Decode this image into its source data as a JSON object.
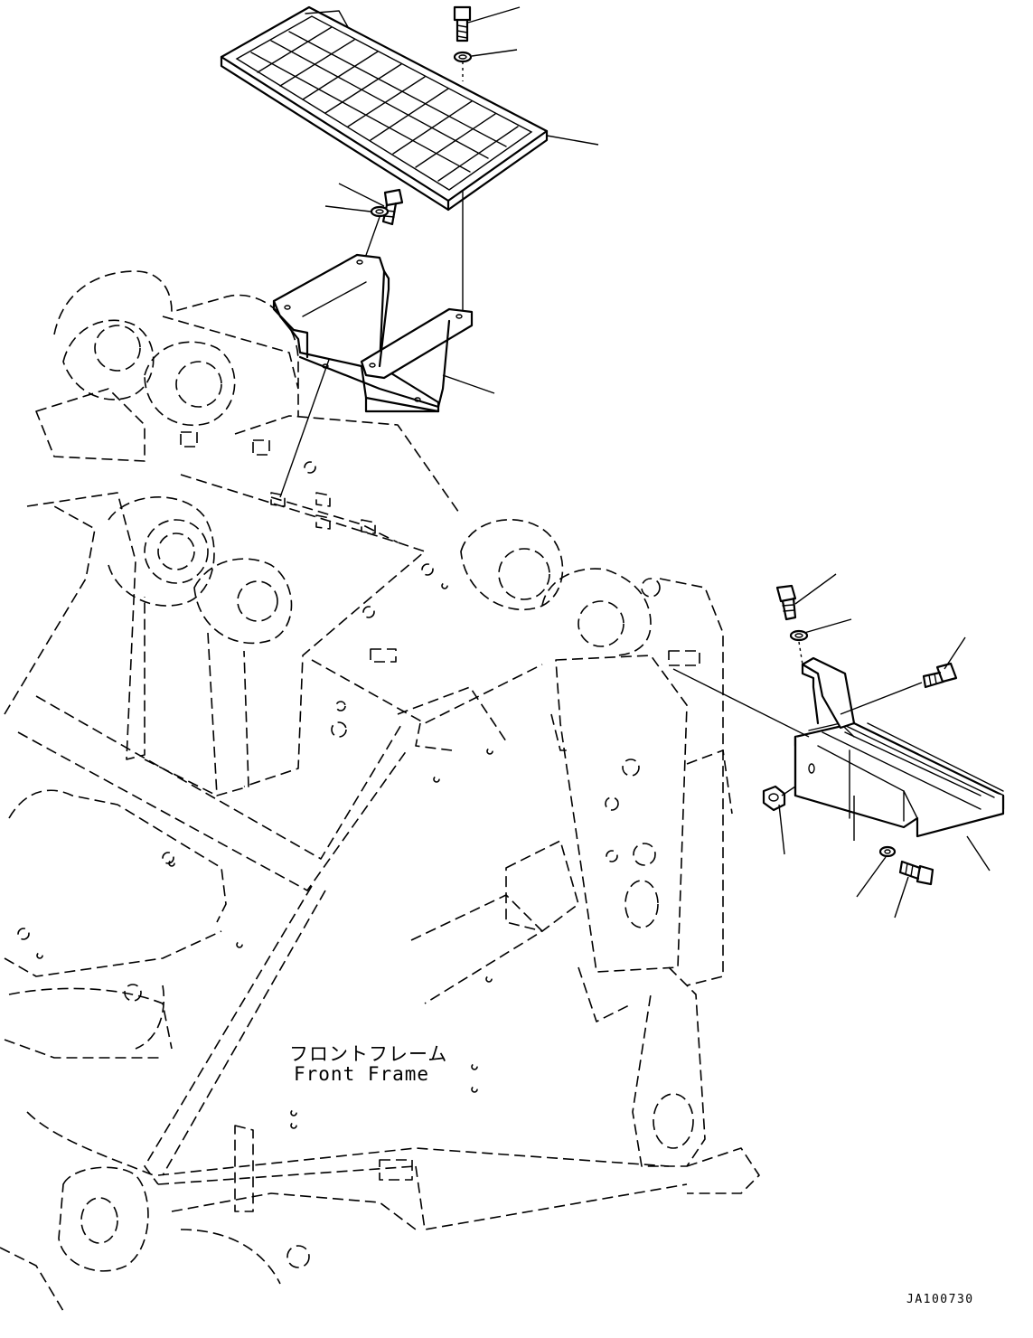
{
  "labels": {
    "frame_name_jp": "フロントフレーム",
    "frame_name_en": "Front Frame",
    "drawing_code": "JA100730"
  }
}
